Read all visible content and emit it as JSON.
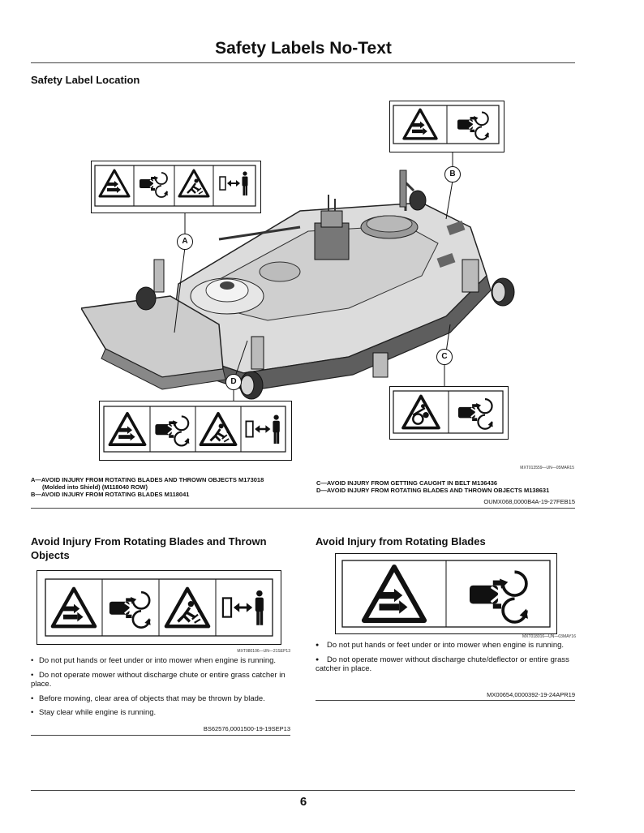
{
  "header": {
    "title": "Safety Labels No-Text"
  },
  "location": {
    "heading": "Safety Label Location",
    "callouts": {
      "a": "A",
      "b": "B",
      "c": "C",
      "d": "D"
    },
    "figure_ref": "MXT013559—UN—05MAR15",
    "captions": {
      "a": "A—AVOID INJURY FROM ROTATING BLADES AND THROWN OBJECTS M173018",
      "a2": "(Molded into Shield) (M118040 ROW)",
      "b": "B—AVOID INJURY FROM ROTATING BLADES M118041",
      "c": "C—AVOID INJURY FROM GETTING CAUGHT IN BELT M136436",
      "d": "D—AVOID INJURY FROM ROTATING BLADES AND THROWN OBJECTS M138631"
    },
    "section_ref": "OUMX068,0000B4A-19-27FEB15"
  },
  "left_section": {
    "heading": "Avoid Injury From Rotating Blades and Thrown Objects",
    "image_ref": "MXT080106—UN—21SEP13",
    "bullets": [
      "Do not put hands or feet under or into mower when engine is running.",
      "Do not operate mower without discharge chute or entire grass catcher in place.",
      "Before mowing, clear area of objects that may be thrown by blade.",
      "Stay clear while engine is running."
    ],
    "bullet_symbol": "•",
    "section_ref": "BS62576,0001500-19-19SEP13"
  },
  "right_section": {
    "heading": "Avoid Injury from Rotating Blades",
    "image_ref": "MXT018016—UN—03MAY16",
    "bullets": [
      "Do not put hands or feet under or into mower when engine is running.",
      "Do not operate mower without discharge chute/deflector or entire grass catcher in place."
    ],
    "bullet_symbol": "●",
    "section_ref": "MX00654,0000392-19-24APR19"
  },
  "footer": {
    "page_number": "6"
  }
}
